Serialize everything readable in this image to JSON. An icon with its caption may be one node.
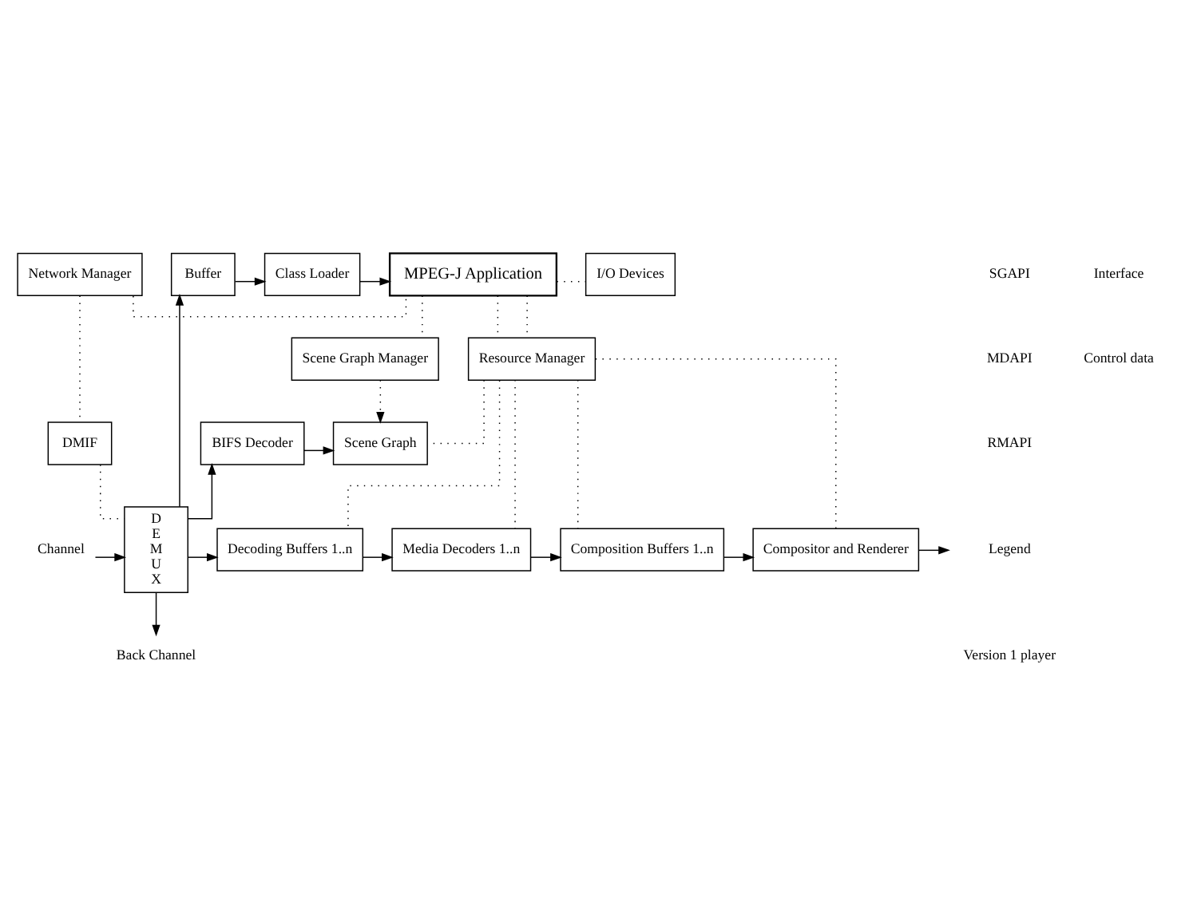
{
  "diagram": {
    "nodes": [
      {
        "text": [
          "Buffer"
        ]
      },
      {
        "text": [
          "Class Loader"
        ]
      },
      {
        "text": [
          "MPEG-J Application"
        ]
      },
      {
        "text": [
          "I/O Devices"
        ]
      },
      {
        "text": [
          "Network Manager"
        ]
      },
      {
        "text": [
          "Scene Graph Manager"
        ]
      },
      {
        "text": [
          "Resource Manager"
        ]
      },
      {
        "text": [
          "DMIF"
        ]
      },
      {
        "text": [
          "BIFS Decoder"
        ]
      },
      {
        "text": [
          "Scene Graph"
        ]
      },
      {
        "text": [
          "DEMUX"
        ]
      },
      {
        "text": [
          "Decoding Buffers 1..n"
        ]
      },
      {
        "text": [
          "Media Decoders 1..n"
        ]
      },
      {
        "text": [
          "Composition Buffers 1..n"
        ]
      },
      {
        "text": [
          "Compositor and Renderer"
        ]
      },
      {
        "text": [
          "Back Channel"
        ]
      },
      {
        "text": [
          "Channel"
        ]
      }
    ],
    "edges": [
      {
        "from": 10,
        "to": 0,
        "arrow": "to"
      },
      {
        "from": 0,
        "to": 1,
        "arrow": "to"
      },
      {
        "from": 1,
        "to": 2,
        "arrow": "to"
      },
      {
        "from": 4,
        "to": 2,
        "arrow": "none",
        "style": "dashed"
      },
      {
        "from": 2,
        "to": 3,
        "arrow": "none",
        "style": "dashed"
      },
      {
        "from": 2,
        "to": 5,
        "arrow": "none",
        "style": "dashed"
      },
      {
        "from": 2,
        "to": 6,
        "arrow": "none",
        "style": "dashed"
      },
      {
        "from": 2,
        "to": 6,
        "arrow": "none",
        "style": "dashed"
      },
      {
        "from": 4,
        "to": 7,
        "arrow": "none",
        "style": "dashed"
      },
      {
        "from": 5,
        "to": 9,
        "arrow": "to",
        "style": "dashed"
      },
      {
        "from": 6,
        "to": 9,
        "arrow": "none",
        "style": "dashed"
      },
      {
        "from": 6,
        "to": 11,
        "arrow": "none",
        "style": "dashed"
      },
      {
        "from": 6,
        "to": 12,
        "arrow": "none",
        "style": "dashed"
      },
      {
        "from": 6,
        "to": 13,
        "arrow": "none",
        "style": "dashed"
      },
      {
        "from": 6,
        "to": 14,
        "arrow": "none",
        "style": "dashed"
      },
      {
        "from": 7,
        "to": 10,
        "arrow": "none",
        "style": "dashed"
      },
      {
        "from": 10,
        "to": 8,
        "arrow": "to"
      },
      {
        "from": 8,
        "to": 9,
        "arrow": "to"
      },
      {
        "from": 10,
        "to": 15,
        "arrow": "to"
      },
      {
        "from": 16,
        "to": 10,
        "arrow": "to"
      },
      {
        "from": 10,
        "to": 11,
        "arrow": "to"
      },
      {
        "from": 11,
        "to": 12,
        "arrow": "to"
      },
      {
        "from": 12,
        "to": 13,
        "arrow": "to"
      },
      {
        "from": 13,
        "to": 14,
        "arrow": "to"
      },
      {
        "from": 14,
        "to": null,
        "arrow": "to"
      }
    ],
    "labels": [
      "SGAPI",
      "MDAPI",
      "RMAPI",
      "Legend",
      "Version 1 player"
    ],
    "legend": [
      {
        "text": "Interface"
      },
      {
        "text": "Control data"
      }
    ]
  }
}
